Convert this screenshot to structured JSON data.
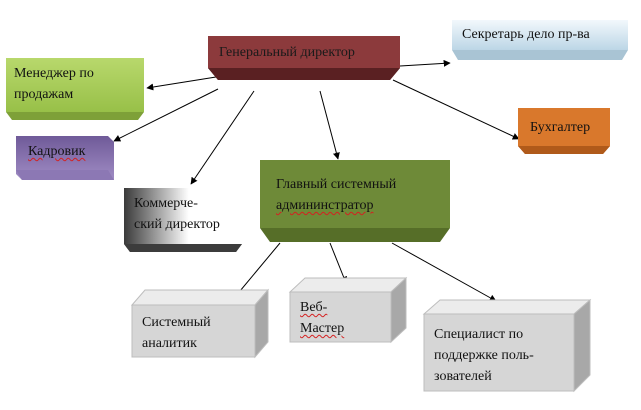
{
  "diagram": {
    "nodes": {
      "ceo": {
        "label": "Генеральный директор",
        "color": "#8c3a3c"
      },
      "secretary": {
        "label": "Секретарь дело пр-ва",
        "color": "#cfe2ee"
      },
      "sales_manager": {
        "line1": "Менеджер по",
        "line2": "продажам",
        "color": "#a8cc5a"
      },
      "hr": {
        "label": "Кадровик",
        "color": "#8a74b0"
      },
      "accountant": {
        "label": "Бухгалтер",
        "color": "#d9782c"
      },
      "commercial_director": {
        "line1": "Коммерче-",
        "line2": "ский директор",
        "color": "#6e6e6e"
      },
      "chief_sysadmin": {
        "line1": "Главный системный",
        "line2": "админинстратор",
        "color": "#6e8a38"
      },
      "system_analyst": {
        "line1": "Системный",
        "line2": "аналитик",
        "color": "#d6d6d6"
      },
      "web_master": {
        "line1": "Веб-",
        "line2": "Мастер",
        "color": "#d6d6d6"
      },
      "support_specialist": {
        "line1": "Специалист по",
        "line2": "поддержке поль-",
        "line3": "зователей",
        "color": "#d6d6d6"
      }
    },
    "squiggle_color": "#d42020"
  }
}
